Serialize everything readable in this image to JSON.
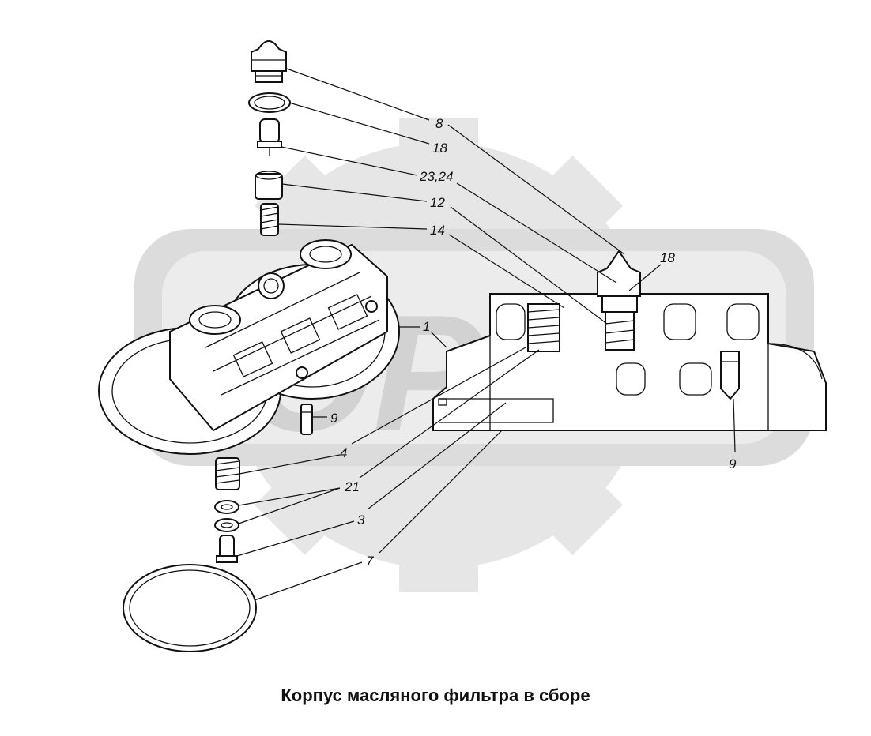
{
  "caption": "Корпус масляного фильтра в сборе",
  "watermark": {
    "text": "OPEX",
    "color": "#e6e6e6"
  },
  "callouts": [
    {
      "id": "c8",
      "label": "8"
    },
    {
      "id": "c18a",
      "label": "18"
    },
    {
      "id": "c2324",
      "label": "23,24"
    },
    {
      "id": "c12",
      "label": "12"
    },
    {
      "id": "c14",
      "label": "14"
    },
    {
      "id": "c18b",
      "label": "18"
    },
    {
      "id": "c1",
      "label": "1"
    },
    {
      "id": "c9a",
      "label": "9"
    },
    {
      "id": "c9b",
      "label": "9"
    },
    {
      "id": "c4",
      "label": "4"
    },
    {
      "id": "c21",
      "label": "21"
    },
    {
      "id": "c3",
      "label": "3"
    },
    {
      "id": "c7",
      "label": "7"
    }
  ]
}
